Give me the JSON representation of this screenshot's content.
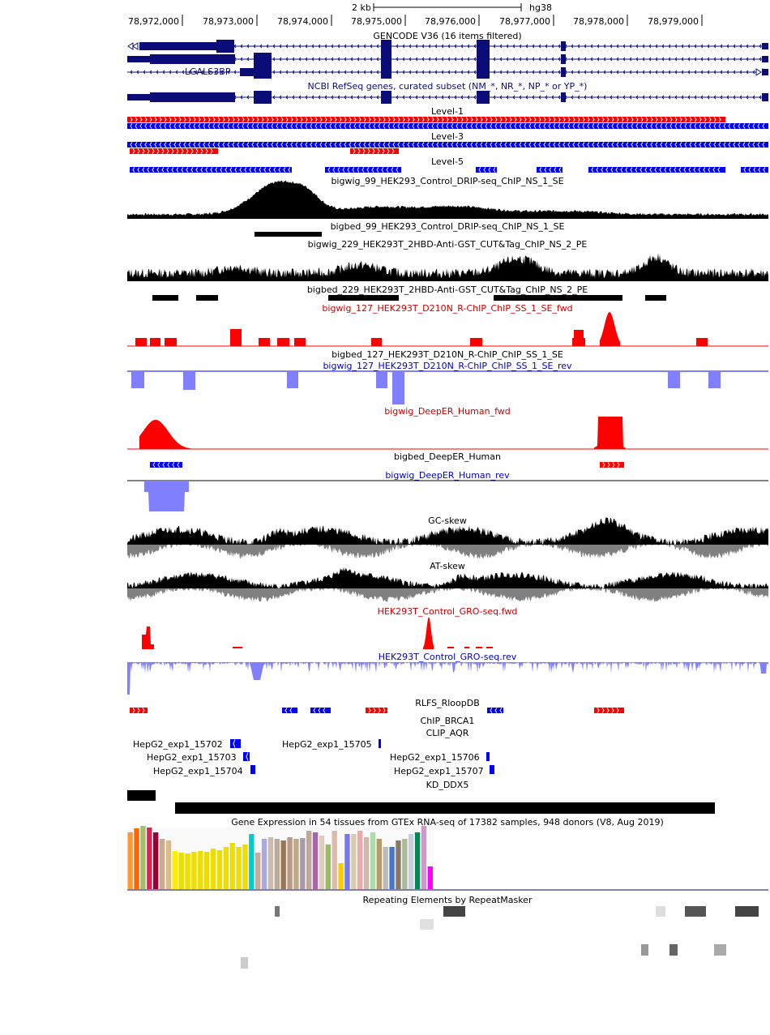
{
  "scale": {
    "length_label": "2 kb",
    "assembly": "hg38"
  },
  "ruler": {
    "ticks": [
      "78,972,000",
      "78,973,000",
      "78,974,000",
      "78,975,000",
      "78,976,000",
      "78,977,000",
      "78,978,000",
      "78,979,000"
    ]
  },
  "tracks": {
    "gencode": "GENCODE V36 (16 items filtered)",
    "gene_name": "LGALS3BP",
    "refseq": "NCBI RefSeq genes, curated subset (NM_*, NR_*, NP_* or YP_*)",
    "level1": "Level-1",
    "level3": "Level-3",
    "level5": "Level-5",
    "bigwig99": "bigwig_99_HEK293_Control_DRIP-seq_ChIP_NS_1_SE",
    "bigbed99": "bigbed_99_HEK293_Control_DRIP-seq_ChIP_NS_1_SE",
    "bigwig229": "bigwig_229_HEK293T_2HBD-Anti-GST_CUT&Tag_ChIP_NS_2_PE",
    "bigbed229": "bigbed_229_HEK293T_2HBD-Anti-GST_CUT&Tag_ChIP_NS_2_PE",
    "bigwig127fwd": "bigwig_127_HEK293T_D210N_R-ChIP_ChIP_SS_1_SE_fwd",
    "bigbed127": "bigbed_127_HEK293T_D210N_R-ChIP_ChIP_SS_1_SE",
    "bigwig127rev": "bigwig_127_HEK293T_D210N_R-ChIP_ChIP_SS_1_SE_rev",
    "deeper_fwd": "bigwig_DeepER_Human_fwd",
    "deeper_bed": "bigbed_DeepER_Human",
    "deeper_rev": "bigwig_DeepER_Human_rev",
    "gcskew": "GC-skew",
    "atskew": "AT-skew",
    "gro_fwd": "HEK293T_Control_GRO-seq.fwd",
    "gro_rev": "HEK293T_Control_GRO-seq.rev",
    "rlfs": "RLFS_RloopDB",
    "brca1": "ChIP_BRCA1",
    "aqr": "CLIP_AQR",
    "kd": "KD_DDX5",
    "gtex": "Gene Expression in 54 tissues from GTEx RNA-seq of 17382 samples, 948 donors (V8, Aug 2019)",
    "rmsk": "Repeating Elements by RepeatMasker"
  },
  "clip_items": [
    "HepG2_exp1_15702",
    "HepG2_exp1_15703",
    "HepG2_exp1_15704",
    "HepG2_exp1_15705",
    "HepG2_exp1_15706",
    "HepG2_exp1_15707"
  ],
  "colors": {
    "gene": "#0c0c78",
    "forward": "#ff0000",
    "reverse": "#0000ff",
    "signal": "#000000",
    "reverse_signal": "#8080ff",
    "skew_negative": "#808080",
    "reverse_text": "#0000cc"
  },
  "gtex_colors": [
    "#ff9933",
    "#ff6600",
    "#aabb66",
    "#dd2255",
    "#990033",
    "#ccaa88",
    "#ddbb88",
    "#ffee00",
    "#eedd00",
    "#eedd00",
    "#eedd00",
    "#eedd00",
    "#eedd00",
    "#eedd00",
    "#eedd00",
    "#eedd00",
    "#eedd00",
    "#eedd00",
    "#eedd00",
    "#00cccc",
    "#ccaa99",
    "#aaaadd",
    "#ccbbaa",
    "#bbaa99",
    "#997755",
    "#bb9988",
    "#bbaa88",
    "#aa99aa",
    "#bbaa99",
    "#aa66aa",
    "#ddccbb",
    "#99bb66",
    "#ddbbaa",
    "#ffcc00",
    "#7777ee",
    "#ddccaa",
    "#eeaaaa",
    "#ccbbaa",
    "#aaddaa",
    "#bb9966",
    "#bbbbbb",
    "#4477cc",
    "#887766",
    "#aabb99",
    "#ccccdd",
    "#008855",
    "#cc99cc",
    "#ff00ff"
  ],
  "gtex_values": [
    70,
    75,
    78,
    76,
    70,
    62,
    60,
    47,
    45,
    44,
    46,
    47,
    46,
    50,
    48,
    52,
    57,
    52,
    55,
    68,
    45,
    62,
    64,
    62,
    60,
    64,
    62,
    63,
    72,
    70,
    66,
    55,
    72,
    32,
    68,
    68,
    72,
    64,
    70,
    62,
    52,
    52,
    60,
    62,
    68,
    70,
    78,
    28
  ]
}
